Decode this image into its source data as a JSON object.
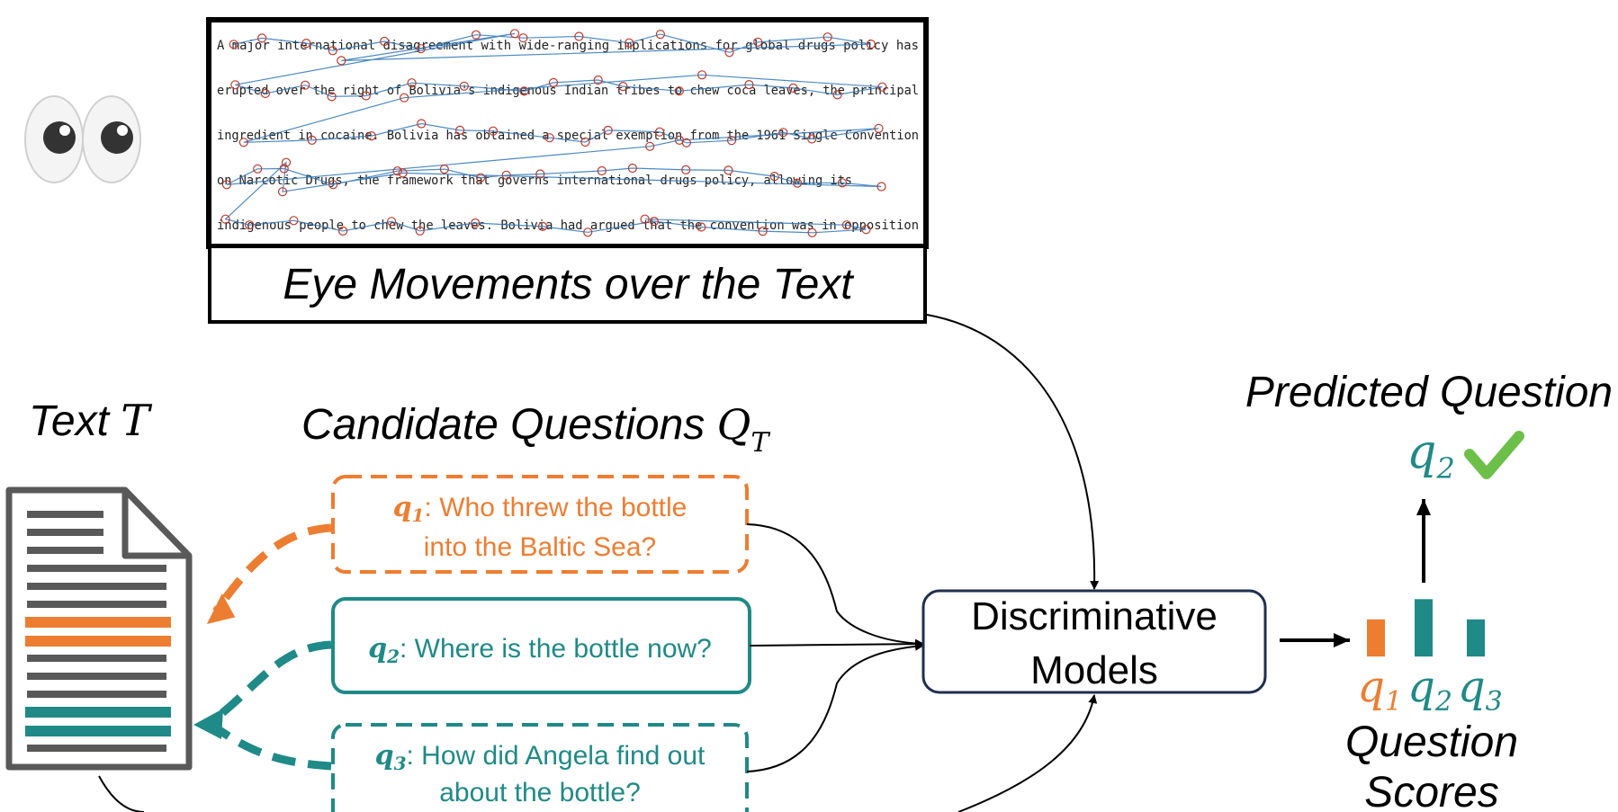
{
  "colors": {
    "orange": "#ED7D31",
    "teal": "#1F8A87",
    "navy": "#1F2F4E",
    "doc_gray": "#595959",
    "check_green": "#6CC04A"
  },
  "eye_panel": {
    "icon": "eyes-icon",
    "reading_lines": [
      "A major international disagreement with wide-ranging implications for global drugs policy has",
      "erupted over the right of Bolivia's indigenous Indian tribes to chew coca leaves, the principal",
      "ingredient in cocaine. Bolivia has obtained a special exemption from the 1961 Single Convention",
      "on Narcotic Drugs, the framework that governs international drugs policy, allowing its",
      "indigenous people to chew the leaves. Bolivia had argued that the convention was in opposition"
    ],
    "caption": "Eye Movements over the Text"
  },
  "text_label": {
    "prefix": "Text ",
    "symbol": "T"
  },
  "candidates_label": {
    "prefix": "Candidate Questions ",
    "symbol": "Q",
    "subscript": "T"
  },
  "questions": [
    {
      "var": "q",
      "sub": "1",
      "line1": ": Who threw the bottle",
      "line2": "into the Baltic Sea?",
      "color": "#ED7D31",
      "dashed": true
    },
    {
      "var": "q",
      "sub": "2",
      "line1": ": Where is the bottle now?",
      "line2": "",
      "color": "#1F8A87",
      "dashed": false
    },
    {
      "var": "q",
      "sub": "3",
      "line1": ": How did Angela find out",
      "line2": "about the bottle?",
      "color": "#1F8A87",
      "dashed": true
    }
  ],
  "model_box": {
    "line1": "Discriminative",
    "line2": "Models"
  },
  "scores": {
    "values": [
      0.55,
      0.85,
      0.55
    ],
    "labels": [
      {
        "var": "q",
        "sub": "1",
        "color": "#ED7D31"
      },
      {
        "var": "q",
        "sub": "2",
        "color": "#1F8A87"
      },
      {
        "var": "q",
        "sub": "3",
        "color": "#1F8A87"
      }
    ],
    "caption_line1": "Question",
    "caption_line2": "Scores"
  },
  "prediction": {
    "title": "Predicted Question",
    "var": "q",
    "sub": "2",
    "icon": "checkmark-icon"
  }
}
